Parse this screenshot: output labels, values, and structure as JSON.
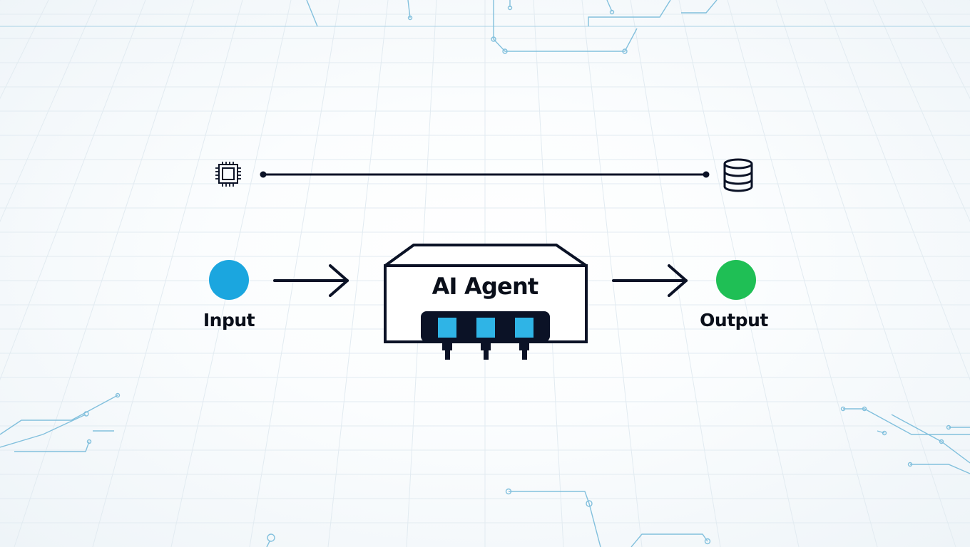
{
  "diagram": {
    "nodes": {
      "input": {
        "label": "Input",
        "color": "#1ba6df"
      },
      "agent": {
        "title": "AI Agent",
        "port_color": "#2fb4e6",
        "body_color": "#0b1226"
      },
      "output": {
        "label": "Output",
        "color": "#1fbf55"
      }
    },
    "icons": {
      "left": "processor-chip-icon",
      "right": "database-icon"
    },
    "edges": [
      {
        "from": "input",
        "to": "agent"
      },
      {
        "from": "agent",
        "to": "output"
      }
    ],
    "colors": {
      "line": "#0b1226",
      "circuit": "#6fb7d8",
      "grid": "#e2ebf1"
    }
  }
}
